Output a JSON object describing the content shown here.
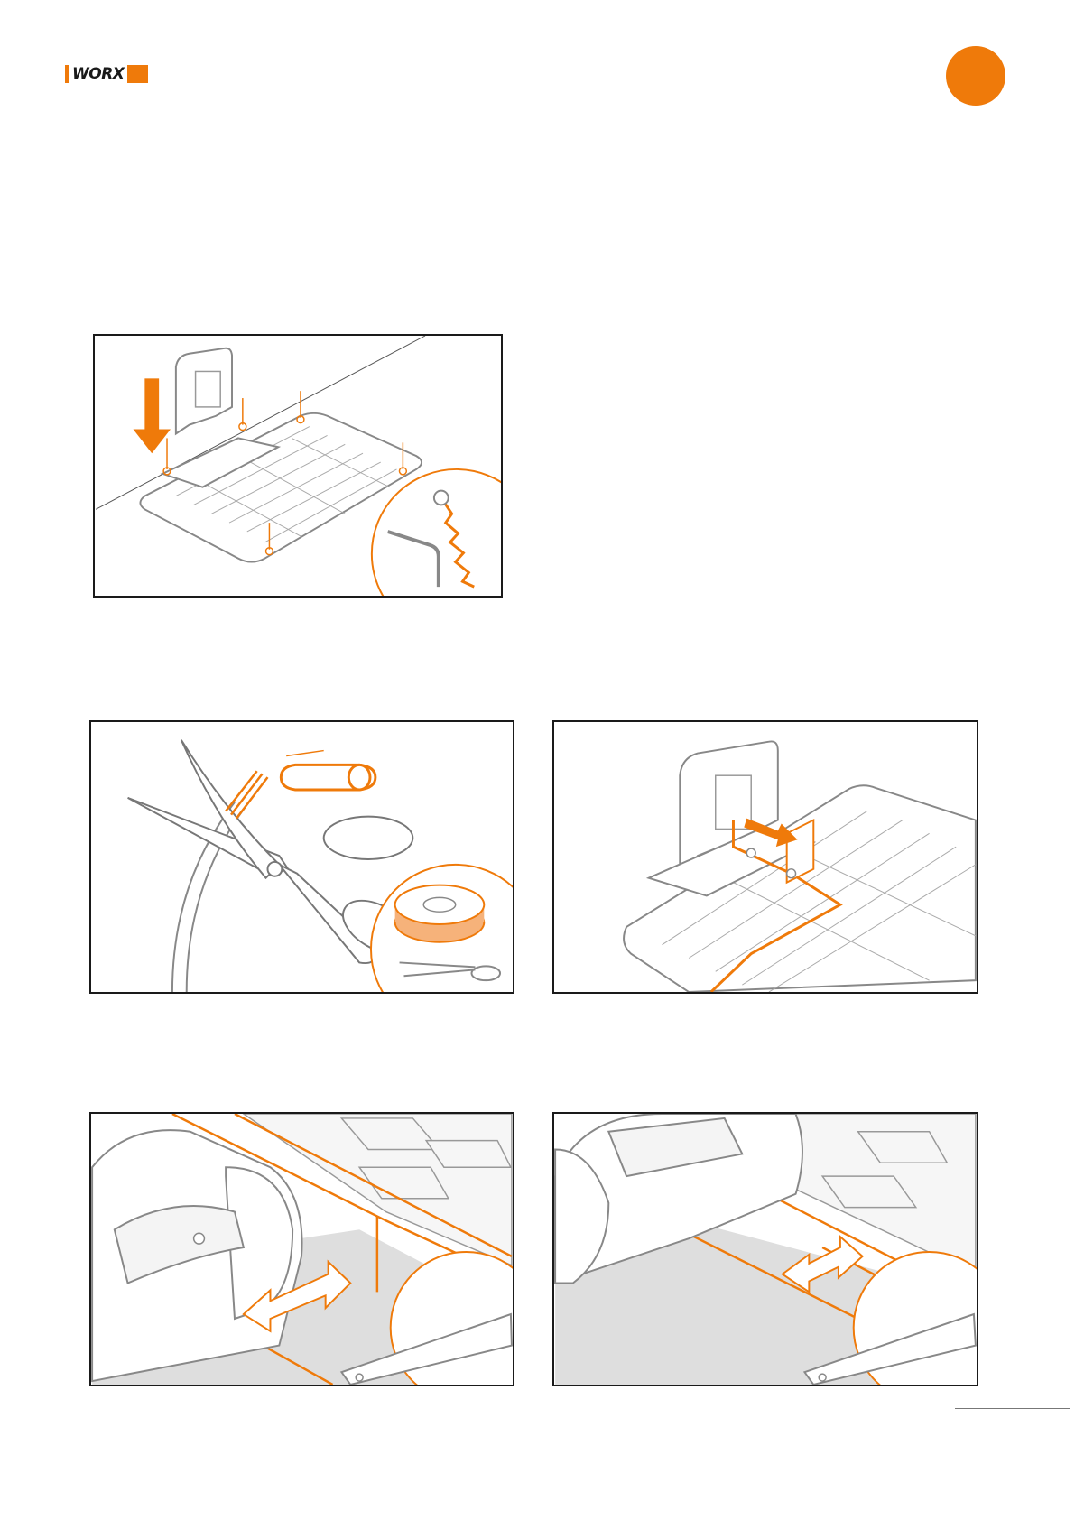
{
  "brand": {
    "name": "WORX",
    "color": "#ef7a0a"
  },
  "colors": {
    "accent": "#ef7a0a",
    "line": "#1a1a1a",
    "grey": "#888888",
    "ground": "#dedede"
  },
  "figures": [
    {
      "id": "fig1",
      "icons": [
        "charging-station-icon",
        "base-plate-icon",
        "screw-icon",
        "hex-key-icon",
        "down-arrow-icon"
      ]
    },
    {
      "id": "fig2",
      "icons": [
        "scissors-icon",
        "wire-end-icon",
        "wire-spool-icon"
      ]
    },
    {
      "id": "fig3",
      "icons": [
        "charging-station-icon",
        "wire-clip-icon",
        "right-arrow-icon"
      ]
    },
    {
      "id": "fig4",
      "icons": [
        "mower-icon",
        "ruler-gauge-icon",
        "double-arrow-icon"
      ]
    },
    {
      "id": "fig5",
      "icons": [
        "mower-icon",
        "ruler-gauge-icon",
        "double-arrow-icon"
      ]
    }
  ]
}
